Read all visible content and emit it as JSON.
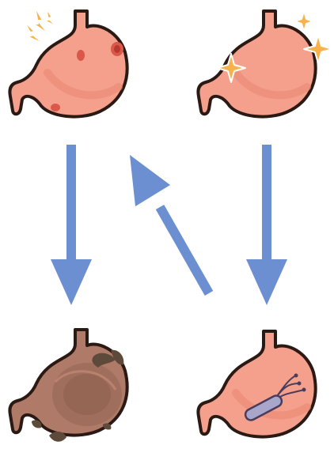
{
  "diagram": {
    "nodes": [
      {
        "id": "inflamed",
        "state": "stomach with pain burst and red sores",
        "icon": "inflamed-stomach-icon"
      },
      {
        "id": "healthy",
        "state": "clean stomach with sparkles",
        "icon": "healthy-stomach-icon"
      },
      {
        "id": "damaged",
        "state": "discolored stomach with dark patches",
        "icon": "damaged-stomach-icon"
      },
      {
        "id": "infected",
        "state": "stomach containing rod-shaped bacterium with flagella",
        "icon": "infected-stomach-icon"
      }
    ],
    "edges": [
      {
        "from": "inflamed",
        "to": "damaged",
        "direction": "down"
      },
      {
        "from": "infected",
        "to": "inflamed",
        "direction": "up-left"
      },
      {
        "from": "healthy",
        "to": "infected",
        "direction": "down"
      }
    ]
  },
  "colors": {
    "arrow": "#6b8fd0",
    "stomach_fill": "#f4a08c",
    "stomach_shade": "#e98874",
    "outline": "#2b1a14",
    "sparkle": "#f7b24a",
    "damaged_fill": "#b07a68",
    "bacterium": "#a9a6cc"
  }
}
